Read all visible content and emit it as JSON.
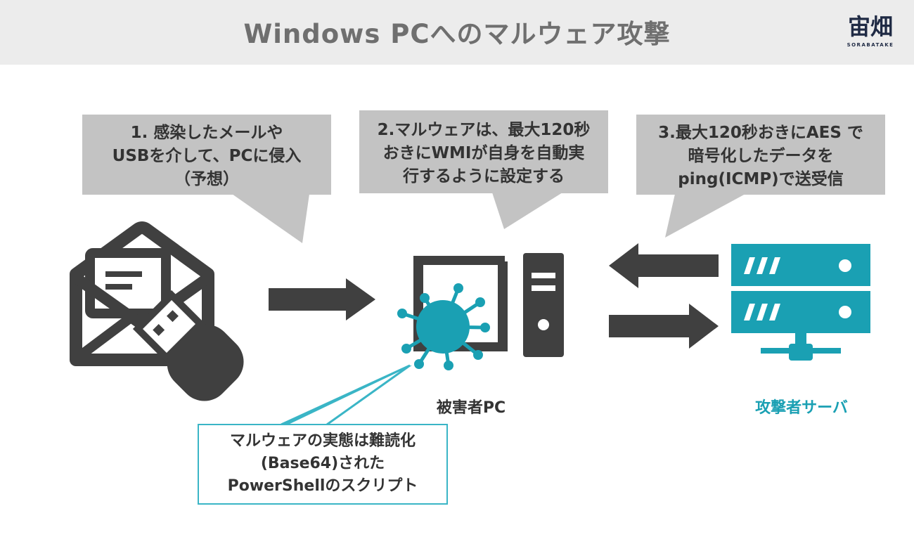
{
  "header": {
    "title": "Windows PCへのマルウェア攻撃"
  },
  "logo": {
    "main": "宙畑",
    "sub": "SORABATAKE"
  },
  "steps": [
    {
      "lines": [
        "1. 感染したメールや",
        "USBを介して、PCに侵入",
        "（予想）"
      ]
    },
    {
      "lines": [
        "2.マルウェアは、最大120秒",
        "おきにWMIが自身を自動実",
        "行するように設定する"
      ]
    },
    {
      "lines": [
        "3.最大120秒おきにAES で",
        "暗号化したデータを",
        "ping(ICMP)で送受信"
      ]
    }
  ],
  "victim": {
    "label": "被害者PC"
  },
  "attacker": {
    "label": "攻撃者サーバ"
  },
  "note": {
    "lines": [
      "マルウェアの実態は難読化",
      "(Base64)された",
      "PowerShellのスクリプト"
    ]
  },
  "colors": {
    "dark": "#404040",
    "accent": "#1aa0b3",
    "bubble": "#c3c3c3",
    "note_border": "#3ab5c6"
  },
  "icons": [
    "mail-icon",
    "usb-icon",
    "computer-icon",
    "virus-icon",
    "server-icon"
  ]
}
